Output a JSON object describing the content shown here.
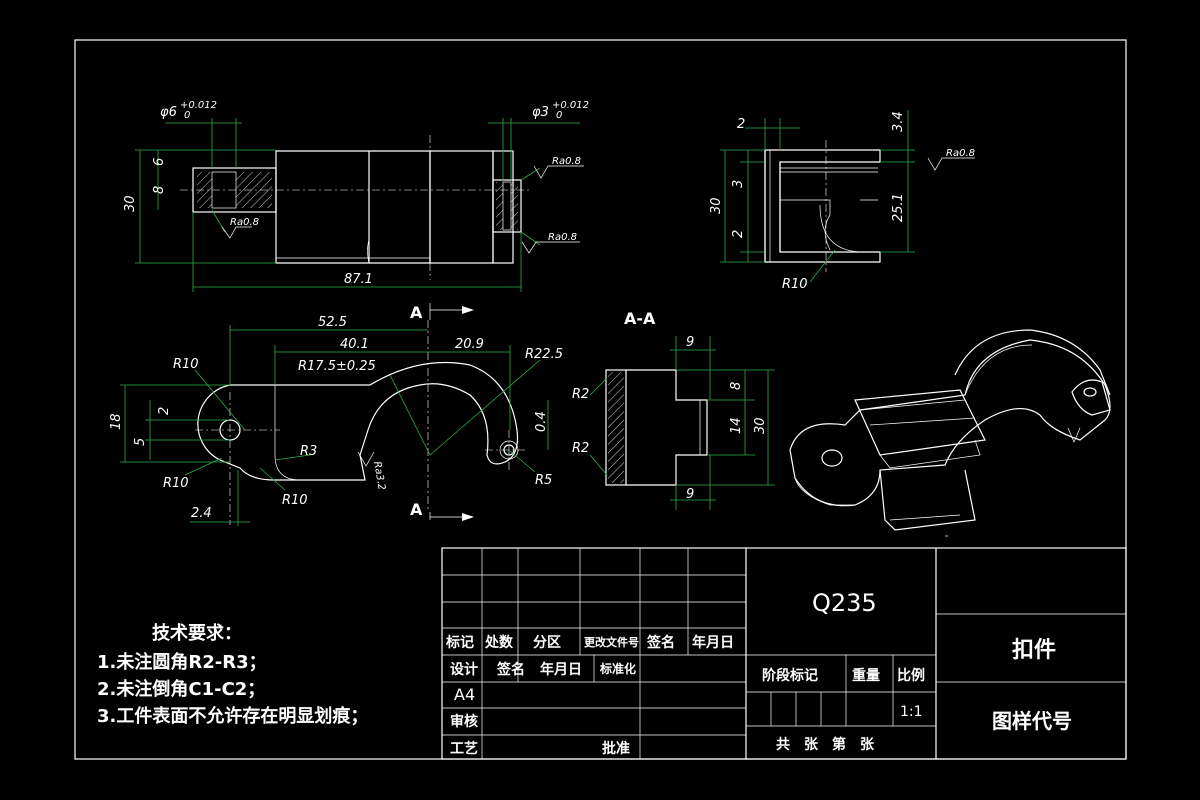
{
  "dimensions": {
    "phi6": "φ6",
    "phi6_tol_upper": "+0.012",
    "phi6_tol_lower": "0",
    "phi3": "φ3",
    "phi3_tol_upper": "+0.012",
    "phi3_tol_lower": "0",
    "ra08": "Ra0.8",
    "ra32": "Ra3.2",
    "d6": "6",
    "d8": "8",
    "d30": "30",
    "d87_1": "87.1",
    "d2": "2",
    "d3_4": "3.4",
    "d3": "3",
    "d25_1": "25.1",
    "r10": "R10",
    "d52_5": "52.5",
    "d40_1": "40.1",
    "d20_9": "20.9",
    "r17_5": "R17.5±0.25",
    "r22_5": "R22.5",
    "d18": "18",
    "d5": "5",
    "r3": "R3",
    "d2_4": "2.4",
    "d0_4": "0.4",
    "r5": "R5",
    "d9": "9",
    "r2": "R2",
    "d14": "14"
  },
  "section": {
    "marker": "A",
    "title": "A-A"
  },
  "notes": {
    "title": "技术要求：",
    "items": [
      "1.未注圆角R2-R3；",
      "2.未注倒角C1-C2；",
      "3.工件表面不允许存在明显划痕；"
    ]
  },
  "title_block": {
    "material": "Q235",
    "part_name": "扣件",
    "drawing_no_label": "图样代号",
    "scale": "1:1",
    "sheet_size": "A4",
    "header": [
      "标记",
      "处数",
      "分区",
      "更改文件号",
      "签名",
      "年月日"
    ],
    "design_row": [
      "设计",
      "签名",
      "年月日",
      "标准化"
    ],
    "review": "审核",
    "process": "工艺",
    "approve": "批准",
    "stage_mark": "阶段标记",
    "weight": "重量",
    "scale_label": "比例",
    "sheets": "共　张　第　张"
  }
}
